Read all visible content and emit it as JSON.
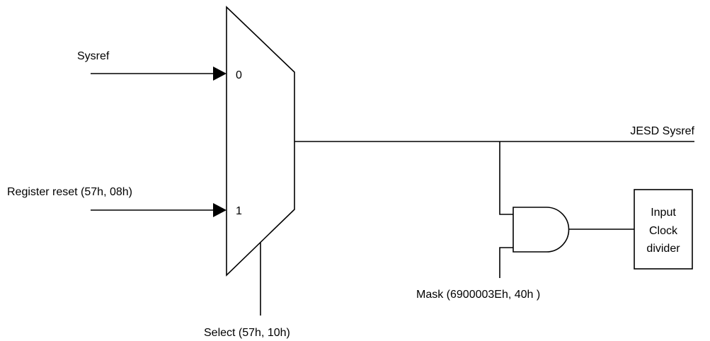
{
  "inputs": {
    "sysref": "Sysref",
    "register_reset": "Register reset (57h, 08h)"
  },
  "mux": {
    "port_0": "0",
    "port_1": "1",
    "select": "Select (57h, 10h)"
  },
  "output": {
    "label": "JESD Sysref"
  },
  "gate": {
    "mask": "Mask (6900003Eh, 40h )"
  },
  "divider": {
    "line1": "Input",
    "line2": "Clock",
    "line3": "divider"
  }
}
